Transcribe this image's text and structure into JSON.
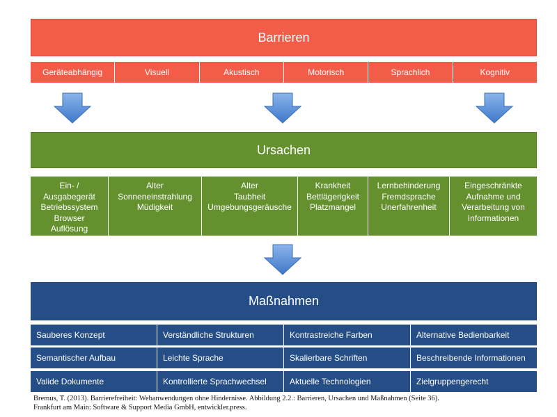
{
  "barrieren": {
    "title": "Barrieren",
    "items": [
      "Geräteabhängig",
      "Visuell",
      "Akustisch",
      "Motorisch",
      "Sprachlich",
      "Kognitiv"
    ]
  },
  "ursachen": {
    "title": "Ursachen",
    "items": [
      {
        "lines": [
          "Ein- /",
          "Ausgabegerät",
          "Betriebssystem",
          "Browser",
          "Auflösung"
        ]
      },
      {
        "lines": [
          "Alter",
          "Sonneneinstrahlung",
          "Müdigkeit"
        ]
      },
      {
        "lines": [
          "Alter",
          "Taubheit",
          "Umgebungsgeräusche"
        ]
      },
      {
        "lines": [
          "Krankheit",
          "Bettlägerigkeit",
          "Platzmangel"
        ]
      },
      {
        "lines": [
          "Lernbehinderung",
          "Fremdsprache",
          "Unerfahrenheit"
        ]
      },
      {
        "lines": [
          "Eingeschränkte",
          "Aufnahme und",
          "Verarbeitung von",
          "Informationen"
        ]
      }
    ]
  },
  "massnahmen": {
    "title": "Maßnahmen",
    "rows": [
      [
        "Sauberes Konzept",
        "Verständliche Strukturen",
        "Kontrastreiche Farben",
        "Alternative Bedienbarkeit"
      ],
      [
        "Semantischer Aufbau",
        "Leichte Sprache",
        "Skalierbare Schriften",
        "Beschreibende Informationen"
      ],
      [
        "Valide Dokumente",
        "Kontrollierte Sprachwechsel",
        "Aktuelle Technologien",
        "Zielgruppengerecht"
      ]
    ]
  },
  "citation": {
    "line1": "Bremus, T. (2013). Barrierefreiheit: Webanwendungen ohne Hindernisse. Abbildung 2.2.: Barrieren, Ursachen und Maßnahmen (Seite 36).",
    "line2": "Frankfurt am Main: Software & Support Media GmbH, entwickler.press."
  },
  "colors": {
    "barrieren": "#f45c4a",
    "ursachen": "#64902e",
    "massnahmen": "#264e86",
    "arrow": "#5b8fd6"
  }
}
